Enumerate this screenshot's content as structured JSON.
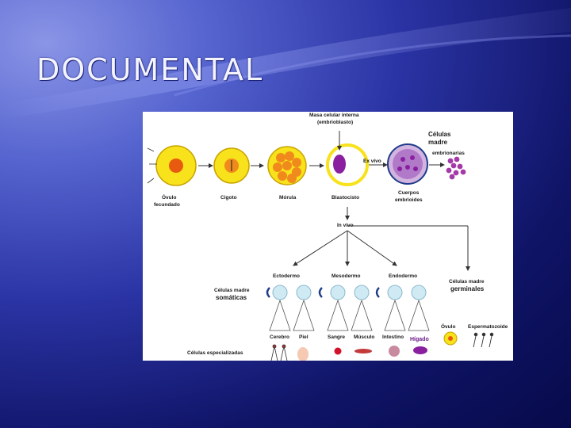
{
  "slide": {
    "title": "DOCUMENTAL"
  },
  "diagram": {
    "labels": {
      "ovulo_fecundado_1": "Óvulo",
      "ovulo_fecundado_2": "fecundado",
      "cigoto": "Cigoto",
      "morula": "Mórula",
      "blastocisto": "Blastocisto",
      "masa_1": "Masa celular interna",
      "masa_2": "(embrioblasto)",
      "ex_vivo": "Ex vivo",
      "celulas_madre_emb_1": "Células",
      "celulas_madre_emb_2": "madre",
      "celulas_madre_emb_3": "embrionarias",
      "cuerpos_1": "Cuerpos",
      "cuerpos_2": "embrioides",
      "in_vivo": "In vivo",
      "ectodermo": "Ectodermo",
      "mesodermo": "Mesodermo",
      "endodermo": "Endodermo",
      "somaticas_1": "Células madre",
      "somaticas_2": "somáticas",
      "germinales_1": "Células madre",
      "germinales_2": "germinales",
      "ovulo": "Óvulo",
      "espermatozoide": "Espermatozoide",
      "cerebro": "Cerebro",
      "piel": "Piel",
      "sangre": "Sangre",
      "musculo": "Músculo",
      "intestino": "Intestino",
      "higado": "Hígado",
      "especializadas": "Células especializadas"
    },
    "colors": {
      "yellow": "#f7e21b",
      "orange": "#f08a1c",
      "purple": "#8a1fa0",
      "light_blue": "#cfeaf3",
      "dark_blue": "#1e3c8a"
    }
  }
}
